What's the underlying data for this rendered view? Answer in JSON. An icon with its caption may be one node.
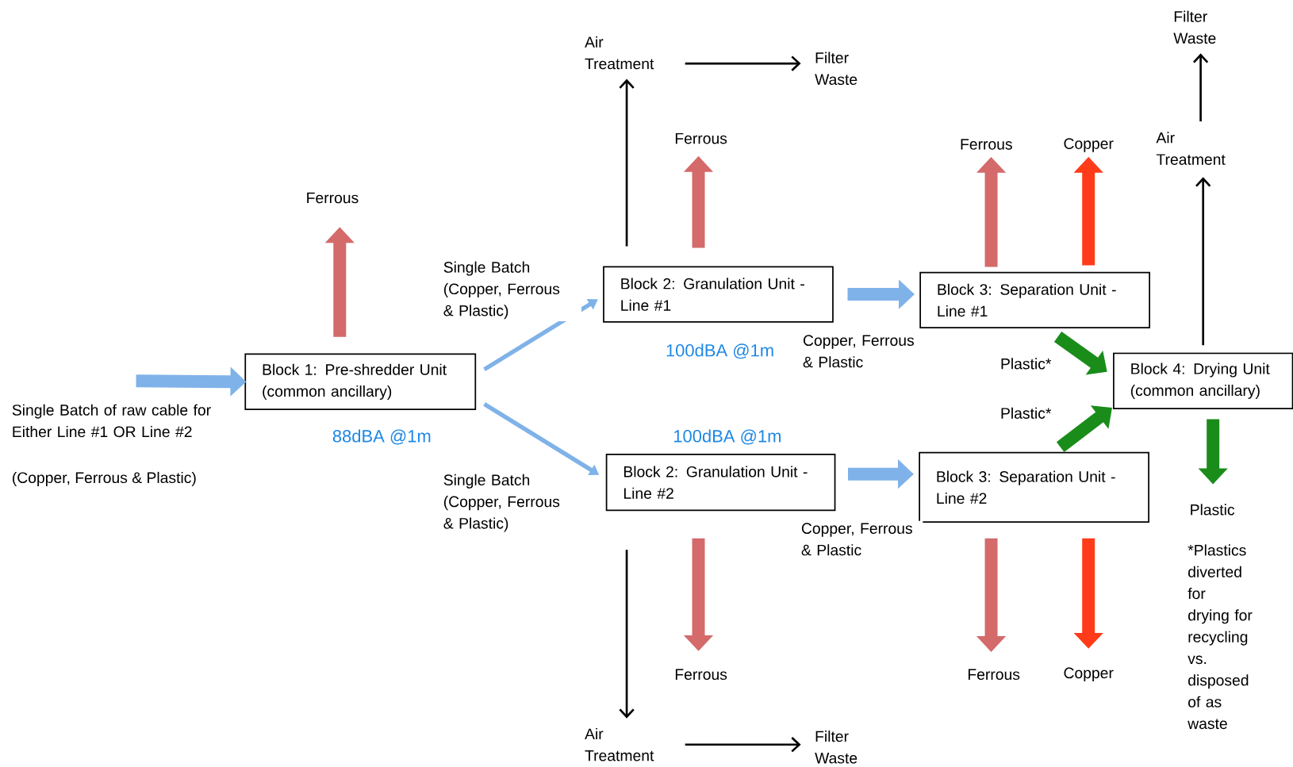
{
  "diagram": {
    "nodes": [
      {
        "text": [
          "Block 1: Pre-shredder Unit (common ancillary)"
        ],
        "beside": [
          "88dBA @1m"
        ]
      },
      {
        "text": [
          "Block 2: Granulation Unit - Line #1"
        ],
        "beside": [
          "100dBA @1m"
        ]
      },
      {
        "text": [
          "Block 2: Granulation Unit - Line #2"
        ],
        "beside": [
          "100dBA @1m"
        ]
      },
      {
        "text": [
          "Block 3: Separation Unit - Line #1"
        ]
      },
      {
        "text": [
          "Block 3: Separation Unit - Line #2"
        ]
      },
      {
        "text": [
          "Block 4: Drying Unit (common ancillary)"
        ]
      },
      {
        "text": [
          "Ferrous"
        ]
      },
      {
        "text": [
          "Air Treatment"
        ]
      },
      {
        "text": [
          "Filter Waste"
        ]
      },
      {
        "text": [
          "Ferrous"
        ]
      },
      {
        "text": [
          "Ferrous"
        ]
      },
      {
        "text": [
          "Copper"
        ]
      },
      {
        "text": [
          "Air Treatment"
        ]
      },
      {
        "text": [
          "Filter Waste"
        ]
      },
      {
        "text": [
          "Plastic"
        ]
      },
      {
        "text": [
          "Ferrous"
        ]
      },
      {
        "text": [
          "Air Treatment"
        ]
      },
      {
        "text": [
          "Filter Waste"
        ]
      },
      {
        "text": [
          "Ferrous"
        ]
      },
      {
        "text": [
          "Copper"
        ]
      }
    ],
    "edges": [
      {
        "from": null,
        "to": 0,
        "arrow": "to",
        "color": "#7fb2e8"
      },
      {
        "from": 0,
        "to": 6,
        "arrow": "to",
        "color": "#d46a6a"
      },
      {
        "from": 0,
        "to": 1,
        "arrow": "to",
        "label": "Single Batch (Copper, Ferrous & Plastic)",
        "color": "#7fb2e8"
      },
      {
        "from": 0,
        "to": 2,
        "arrow": "to",
        "label": "Single Batch (Copper, Ferrous & Plastic)",
        "color": "#7fb2e8"
      },
      {
        "from": 1,
        "to": 7,
        "arrow": "to"
      },
      {
        "from": 7,
        "to": 8,
        "arrow": "to"
      },
      {
        "from": 1,
        "to": 9,
        "arrow": "to",
        "color": "#d46a6a"
      },
      {
        "from": 1,
        "to": 3,
        "arrow": "to",
        "label": "Copper, Ferrous & Plastic",
        "color": "#7fb2e8"
      },
      {
        "from": 2,
        "to": 4,
        "arrow": "to",
        "label": "Copper, Ferrous & Plastic",
        "color": "#7fb2e8"
      },
      {
        "from": 3,
        "to": 10,
        "arrow": "to",
        "color": "#d46a6a"
      },
      {
        "from": 3,
        "to": 11,
        "arrow": "to",
        "color": "#ff3b1a"
      },
      {
        "from": 3,
        "to": 5,
        "arrow": "to",
        "label": "Plastic*",
        "color": "#1a8c1a"
      },
      {
        "from": 4,
        "to": 5,
        "arrow": "to",
        "label": "Plastic*",
        "color": "#1a8c1a"
      },
      {
        "from": 5,
        "to": 12,
        "arrow": "to"
      },
      {
        "from": 12,
        "to": 13,
        "arrow": "to"
      },
      {
        "from": 5,
        "to": 14,
        "arrow": "to",
        "color": "#1a8c1a"
      },
      {
        "from": 2,
        "to": 15,
        "arrow": "to",
        "color": "#d46a6a"
      },
      {
        "from": 2,
        "to": 16,
        "arrow": "to"
      },
      {
        "from": 16,
        "to": 17,
        "arrow": "to"
      },
      {
        "from": 4,
        "to": 18,
        "arrow": "to",
        "color": "#d46a6a"
      },
      {
        "from": 4,
        "to": 19,
        "arrow": "to",
        "color": "#ff3b1a"
      }
    ],
    "labels": [
      "Single Batch of raw cable for Either Line #1 OR Line #2",
      "(Copper, Ferrous & Plastic)",
      "*Plastics diverted for drying for recycling vs. disposed of as waste"
    ]
  }
}
